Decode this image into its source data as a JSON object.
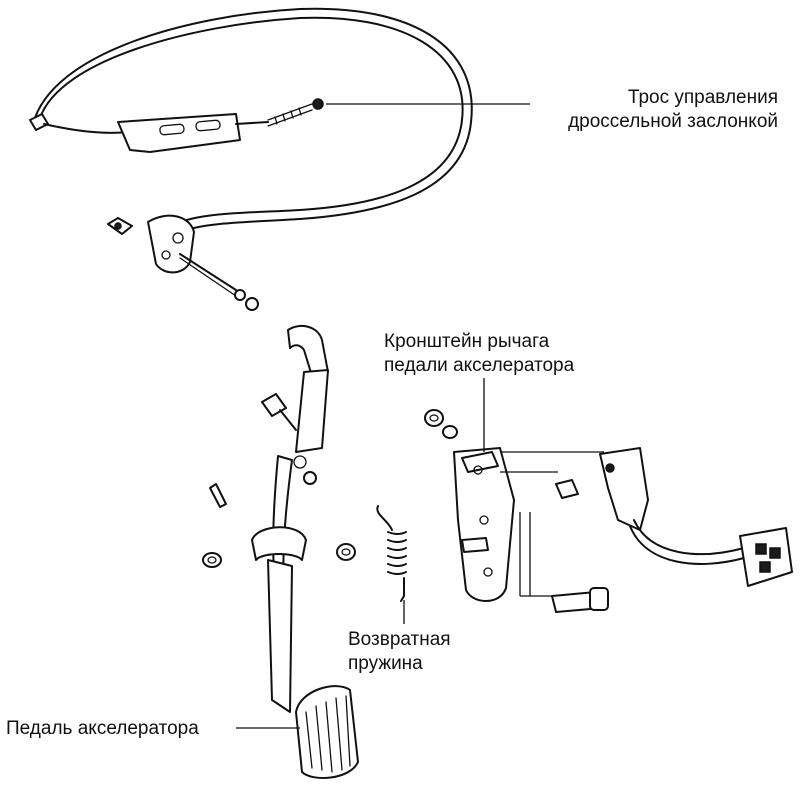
{
  "labels": {
    "throttle_cable": [
      "Трос управления",
      "дроссельной заслонкой"
    ],
    "pedal_bracket": [
      "Кронштейн рычага",
      "педали акселератора"
    ],
    "return_spring": [
      "Возвратная",
      "пружина"
    ],
    "accelerator_pedal": [
      "Педаль акселератора"
    ]
  }
}
